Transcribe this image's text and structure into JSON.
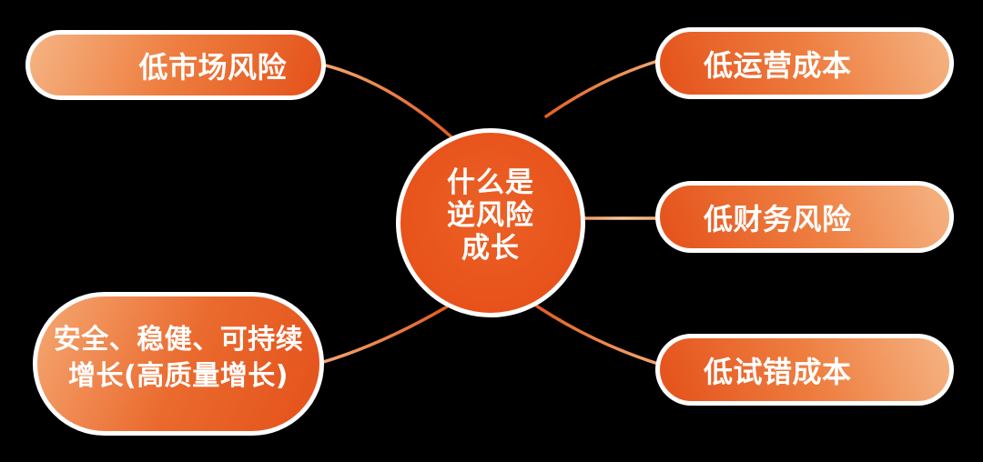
{
  "canvas": {
    "background": "#000000"
  },
  "palette": {
    "orange_dark": "#E4511A",
    "orange_mid": "#EE7E40",
    "orange_light": "#F5B484",
    "connector_light": "#F2A873",
    "connector_dark": "#E2561C",
    "border": "#FFFFFF",
    "text": "#FFFFFF"
  },
  "center_node": {
    "lines": [
      "什么是",
      "逆风险",
      "成长"
    ]
  },
  "nodes": {
    "top_left": {
      "label": "低市场风险"
    },
    "top_right": {
      "label": "低运营成本"
    },
    "middle_right": {
      "label": "低财务风险"
    },
    "bottom_right": {
      "label": "低试错成本"
    },
    "bottom_left": {
      "lines": [
        "安全、稳健、可持续",
        "增长(高质量增长)"
      ]
    }
  }
}
